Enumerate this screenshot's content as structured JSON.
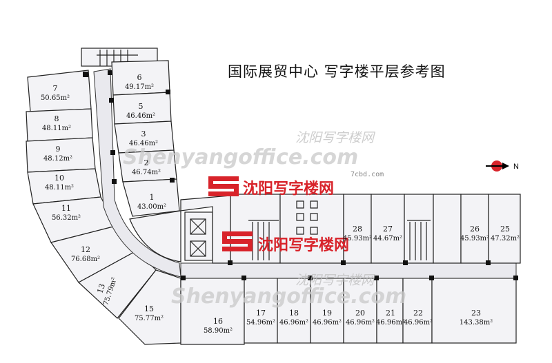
{
  "title": "国际展贸中心  写字楼平层参考图",
  "compass_label": "N",
  "colors": {
    "watermark_red": "#d8232a",
    "watermark_gray": "#c9c9c9",
    "wall": "#222222",
    "room_fill": "#f3f3f6"
  },
  "watermarks": {
    "site_en": "Shenyangoffice.com",
    "site_cn": "沈阳写字楼网",
    "small_url": "7cbd.com",
    "brand_cn": "沈阳写字楼网"
  },
  "rooms": [
    {
      "id": "7",
      "area": "50.65m²"
    },
    {
      "id": "8",
      "area": "48.11m²"
    },
    {
      "id": "9",
      "area": "48.12m²"
    },
    {
      "id": "10",
      "area": "48.11m²"
    },
    {
      "id": "11",
      "area": "56.32m²"
    },
    {
      "id": "12",
      "area": "76.68m²"
    },
    {
      "id": "13",
      "area": "75.79m²"
    },
    {
      "id": "6",
      "area": "49.17m²"
    },
    {
      "id": "5",
      "area": "46.46m²"
    },
    {
      "id": "3",
      "area": "46.46m²"
    },
    {
      "id": "2",
      "area": "46.74m²"
    },
    {
      "id": "1",
      "area": "43.00m²"
    },
    {
      "id": "15",
      "area": "75.77m²"
    },
    {
      "id": "16",
      "area": "58.90m²"
    },
    {
      "id": "17",
      "area": "54.96m²"
    },
    {
      "id": "18",
      "area": "46.96m²"
    },
    {
      "id": "19",
      "area": "46.96m²"
    },
    {
      "id": "20",
      "area": "46.96m²"
    },
    {
      "id": "21",
      "area": "46.96m²"
    },
    {
      "id": "22",
      "area": "46.96m²"
    },
    {
      "id": "23",
      "area": "143.38m²"
    },
    {
      "id": "28",
      "area": "45.93m²"
    },
    {
      "id": "27",
      "area": "44.67m²"
    },
    {
      "id": "26",
      "area": "45.93m²"
    },
    {
      "id": "25",
      "area": "47.32m²"
    }
  ]
}
